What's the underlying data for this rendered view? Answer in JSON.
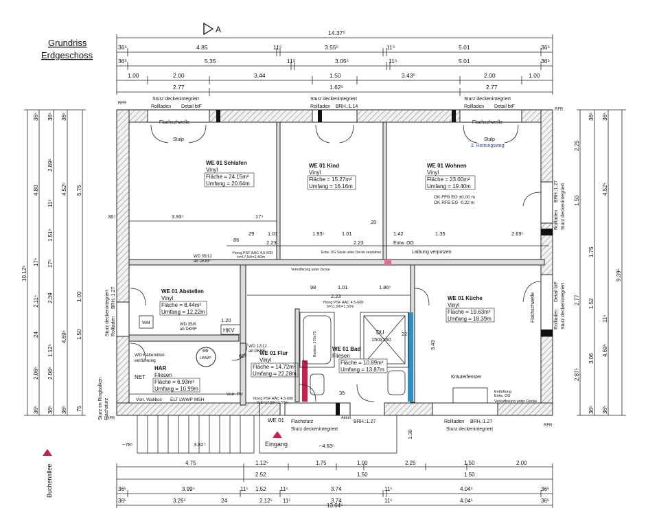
{
  "title": {
    "line1": "Grundriss",
    "line2": "Erdgeschoss"
  },
  "north_label": "A",
  "street_label": "Buchenallee",
  "entrance_label": "Eingang",
  "rooms": [
    {
      "id": "schlafen",
      "name": "WE 01 Schlafen",
      "floor": "Vinyl",
      "area": "Fläche = 24.15m²",
      "perimeter": "Umfang = 20.64m"
    },
    {
      "id": "kind",
      "name": "WE 01 Kind",
      "floor": "Vinyl",
      "area": "Fläche = 15.27m²",
      "perimeter": "Umfang = 16.16m"
    },
    {
      "id": "wohnen",
      "name": "WE 01 Wohnen",
      "floor": "Vinyl",
      "area": "Fläche = 23.00m²",
      "perimeter": "Umfang = 19.40m"
    },
    {
      "id": "abstellen",
      "name": "WE 01 Abstellen",
      "floor": "Vinyl",
      "area": "Fläche = 8.44m²",
      "perimeter": "Umfang = 12.22m"
    },
    {
      "id": "kueche",
      "name": "WE 01 Küche",
      "floor": "Vinyl",
      "area": "Fläche = 19.63m²",
      "perimeter": "Umfang = 18.39m"
    },
    {
      "id": "flur",
      "name": "WE 01 Flur",
      "floor": "Vinyl",
      "area": "Fläche = 14.72m²",
      "perimeter": "Umfang = 22.28m"
    },
    {
      "id": "bad",
      "name": "WE 01 Bad",
      "floor": "Fliesen",
      "area": "Fläche = 10.89m²",
      "perimeter": "Umfang = 13.87m"
    },
    {
      "id": "har",
      "name": "HAR",
      "floor": "Fliesen",
      "area": "Fläche = 6.93m²",
      "perimeter": "Umfang = 10.99m"
    }
  ],
  "labels": {
    "sturz": "Sturz deckenintegriert",
    "rollladen": "Rollladen",
    "detail": "Detail btF",
    "brh_114": "BRH.:1.14",
    "brh_127": "BRH.:1.27",
    "flachschwelle": "Flachschwelle",
    "stulp": "Stulp",
    "rettungsweg": "2. Rettungsweg",
    "okffb": "OK FFB EG ±0,00 m",
    "okrfb": "OK RFB EG -0,22 m",
    "laibung": "Laibung verputzen",
    "entw_og": "Entw. OG",
    "entw_saeule": "Entw. OG Säule unter Decke verplahen",
    "verkofferung": "Verkofferung unter Decke",
    "ytong1": "Ytong PSF AAC 4,5-600",
    "ytong1b": "b=17,5/h=1,50m",
    "ytong2": "Ytong PSF AAC 4,5-600",
    "ytong2b": "b=11,5/h=1,50m",
    "ytong3": "Ytong PSF AAC 4,5-600",
    "ytong3b": "2xb=17,5/h=1,50m",
    "wd1": "WD 35/12",
    "wd1b": "ab DKRF",
    "wd2": "WD 35/8",
    "wd2b": "ab DKRF",
    "wd3": "WD 12/12",
    "wd3b": "ab DKRF",
    "wd_kalt": "WD Kältemittel-",
    "wd_kalt2": "einführung",
    "hkv": "HKV",
    "wm": "WM",
    "lwwp": "LWWP",
    "net": "NET",
    "vorr_wallbox": "Vorr. Wallbox",
    "elt": "ELT LWWP",
    "msh": "MSH",
    "vorr_pv": "Vorr. PV",
    "we01": "WE 01",
    "flachsturz": "Flachsturz",
    "abluft": "Abluft",
    "du": "DU",
    "du_size": "150x150",
    "badewanne": "Badew. 170x75",
    "kraeuter": "Kräuterfenster",
    "entl1": "Entlüftung",
    "entl2": "Entw. OG",
    "sturz_ring": "Sturz im Ringbalken",
    "flachsturz2": "Flachsturz",
    "rfr": "RFR"
  },
  "dims": {
    "top_overall": "14.37⁵",
    "top_row1": [
      "36⁵",
      "4.85",
      "11⁵",
      "3.55⁵",
      "11⁵",
      "5.01",
      "36⁵"
    ],
    "top_row2": [
      "36⁵",
      "5.35",
      "11⁵",
      "3.05⁵",
      "11⁵",
      "5.01",
      "36⁵"
    ],
    "top_row3": [
      "1.00",
      "2.00",
      "3.44",
      "1.50",
      "3.43⁵",
      "2.00",
      "1.00"
    ],
    "top_row4": [
      "2.77",
      "1.62⁵",
      "2.77"
    ],
    "bot_row1": [
      "4.75",
      "1.12⁵",
      "1.75",
      "1.00",
      "2.25",
      "1.50",
      "2.00"
    ],
    "bot_row2": [
      "2.52",
      "1.50",
      "1.50"
    ],
    "bot_row3": [
      "36⁵",
      "3.99⁵",
      "11⁵",
      "1.52",
      "11⁵",
      "3.74",
      "11⁵",
      "4.04⁵",
      "36⁵"
    ],
    "bot_row4": [
      "36⁵",
      "3.26⁵",
      "24",
      "2.12⁵",
      "11⁵",
      "3.74",
      "11⁵",
      "4.04⁵",
      "36⁵"
    ],
    "bot_overall": "13.64⁵",
    "left_overall": "10.12⁵",
    "left_a": [
      "36⁵",
      "4.80",
      "17⁵",
      "2.11⁵",
      "24",
      "2.06⁵",
      "36⁵"
    ],
    "left_b": [
      "36⁵",
      "2.89⁵",
      "11⁵",
      "1.51⁵",
      "17⁵",
      "2.39",
      "1.12⁵",
      "2.06⁵",
      "36⁵"
    ],
    "left_c": [
      "36⁵",
      "4.52⁵",
      "4.69⁵",
      "36⁵"
    ],
    "left_d": [
      "5.75",
      "1.00",
      "1.50",
      "75"
    ],
    "right_overall": "9.39⁵",
    "right_a": [
      "36⁵",
      "4.52⁵",
      "11⁵",
      "4.69⁵",
      "36⁵"
    ],
    "right_b": [
      "36⁵",
      "1.75",
      "1.52",
      "3.06",
      "36⁵"
    ],
    "right_c": [
      "2.25",
      "1.50",
      "2.77",
      "2.87⁵"
    ],
    "misc_393": "3.93⁵",
    "misc_175": "17⁵",
    "misc_365": "36⁵",
    "misc_86": "86",
    "misc_29": "29",
    "misc_101a": "1.01",
    "misc_223a": "2.23",
    "misc_193": "1.93⁵",
    "misc_101b": "1.01",
    "misc_20": "20",
    "misc_142": "1.42",
    "misc_135": "1.35",
    "misc_269": "2.69⁵",
    "misc_223b": "2.23",
    "misc_98": "98",
    "misc_101c": "1.01",
    "misc_186": "1.86⁵",
    "misc_223c": "2.23",
    "misc_120": "1.20",
    "misc_343": "3.43",
    "misc_35": "35",
    "misc_66": "66",
    "misc_60": "60⁵",
    "misc_22": "22",
    "misc_78": "~78⁵",
    "misc_382": "3.82⁵",
    "misc_463": "~4.63⁵",
    "misc_130": "1.30"
  },
  "colors": {
    "wall": "#d9d9d9",
    "red": "#c8204a",
    "blue": "#2d8fc4",
    "pink": "#e36a94"
  }
}
